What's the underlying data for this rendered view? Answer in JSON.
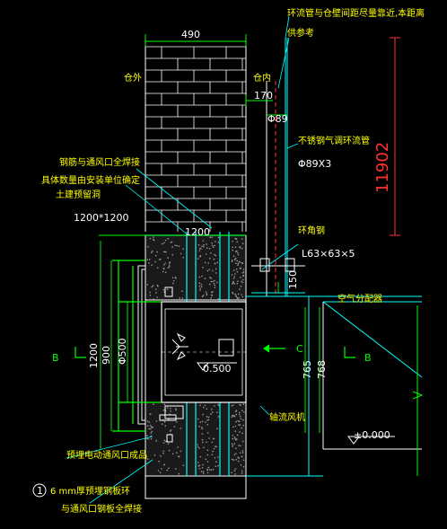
{
  "dims": {
    "wall_width": "490",
    "inner_offset": "170",
    "pipe_dia": "Φ89",
    "opening_size": "1200*1200",
    "width_top": "1200",
    "height_1200": "1200",
    "height_900": "900",
    "fan_dia": "Φ500",
    "bracket_150": "150",
    "dim_765": "765",
    "dim_768": "768",
    "elevation_red": "11902"
  },
  "labels": {
    "note_pipe_top": "环流管与仓壁间距尽量靠近,本距离",
    "note_pipe_ref": "供参考",
    "outside": "仓外",
    "inside": "仓内",
    "pipe_name": "不锈钢气调环流管",
    "pipe_spec": "Φ89X3",
    "rebar_weld": "钢筋与通风口全焊接",
    "size_note_1": "具体数量由安装单位确定",
    "size_note_2": "土建预留洞",
    "angle_steel": "环角钢",
    "angle_spec": "L63×63×5",
    "air_distribution": "空气分配器",
    "section_b_left": "B",
    "section_b_right": "B",
    "section_c": "C",
    "elev_fan": "0.500",
    "elev_ground": "±0.000",
    "axial_fan": "轴流风机",
    "embedded_fan_port": "预埋电动通风口成品",
    "plate_ring_num": "1",
    "plate_ring_1": "6 mm厚预埋钢板环",
    "plate_ring_2": "与通风口钢板全焊接"
  },
  "colors": {
    "background": "#000000",
    "wall": "#ffffff",
    "text_yellow": "#ffff00",
    "line_green": "#00ff00",
    "line_cyan": "#00ffff",
    "dim_red": "#ff3333",
    "hatch_gray": "#9a9a9a"
  }
}
